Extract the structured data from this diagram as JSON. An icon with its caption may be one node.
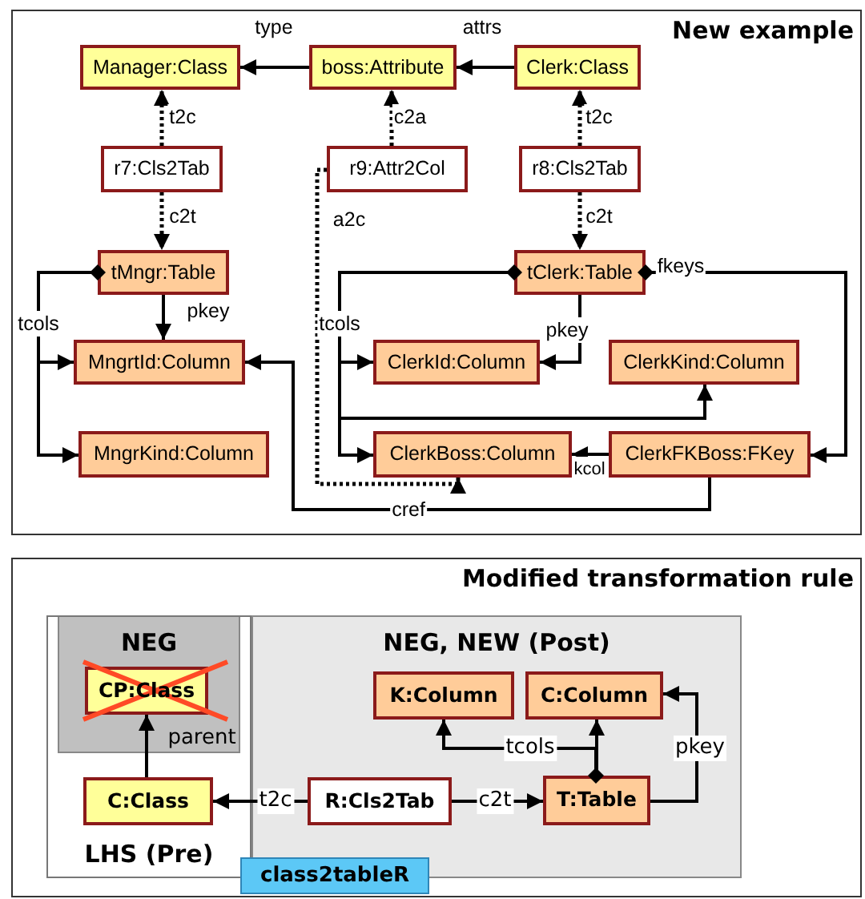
{
  "diagram": {
    "nodes": [
      {
        "text": [
          "New example"
        ]
      },
      {
        "text": [
          "Manager:Class"
        ],
        "in": 0
      },
      {
        "text": [
          "boss:Attribute"
        ],
        "in": 0
      },
      {
        "text": [
          "Clerk:Class"
        ],
        "in": 0
      },
      {
        "text": [
          "r7:Cls2Tab"
        ],
        "in": 0
      },
      {
        "text": [
          "r9:Attr2Col"
        ],
        "in": 0
      },
      {
        "text": [
          "r8:Cls2Tab"
        ],
        "in": 0
      },
      {
        "text": [
          "tMngr:Table"
        ],
        "in": 0
      },
      {
        "text": [
          "tClerk:Table"
        ],
        "in": 0
      },
      {
        "text": [
          "MngrtId:Column"
        ],
        "in": 0
      },
      {
        "text": [
          "ClerkId:Column"
        ],
        "in": 0
      },
      {
        "text": [
          "ClerkKind:Column"
        ],
        "in": 0
      },
      {
        "text": [
          "MngrKind:Column"
        ],
        "in": 0
      },
      {
        "text": [
          "ClerkBoss:Column"
        ],
        "in": 0
      },
      {
        "text": [
          "ClerkFKBoss:FKey"
        ],
        "in": 0
      },
      {
        "text": [
          "Modified transformation rule"
        ]
      },
      {
        "text": [
          "LHS (Pre)"
        ],
        "in": 15
      },
      {
        "text": [
          "NEG"
        ],
        "in": 16
      },
      {
        "text": [
          "CP:Class"
        ],
        "in": 17
      },
      {
        "text": [
          "C:Class"
        ],
        "in": 16
      },
      {
        "text": [
          "NEG, NEW (Post)"
        ],
        "in": 15
      },
      {
        "text": [
          "K:Column"
        ],
        "in": 20
      },
      {
        "text": [
          "C:Column"
        ],
        "in": 20
      },
      {
        "text": [
          "R:Cls2Tab"
        ],
        "in": 20
      },
      {
        "text": [
          "T:Table"
        ],
        "in": 20
      },
      {
        "text": [
          "class2tableR"
        ],
        "in": 15
      }
    ],
    "edges": [
      {
        "from": 2,
        "to": 1,
        "arrow": "to",
        "label": "type"
      },
      {
        "from": 3,
        "to": 2,
        "arrow": "to",
        "label": "attrs"
      },
      {
        "from": 4,
        "to": 1,
        "arrow": "to",
        "label": "t2c",
        "style": "dashed"
      },
      {
        "from": 4,
        "to": 7,
        "arrow": "to",
        "label": "c2t",
        "style": "dashed"
      },
      {
        "from": 5,
        "to": 2,
        "arrow": "to",
        "label": "c2a",
        "style": "dashed"
      },
      {
        "from": 5,
        "to": 13,
        "arrow": "to",
        "label": "a2c",
        "style": "dashed"
      },
      {
        "from": 6,
        "to": 3,
        "arrow": "to",
        "label": "t2c",
        "style": "dashed"
      },
      {
        "from": 6,
        "to": 8,
        "arrow": "to",
        "label": "c2t",
        "style": "dashed"
      },
      {
        "from": 7,
        "to": 9,
        "arrow": "to",
        "label": "pkey"
      },
      {
        "from": 7,
        "to": 9,
        "arrow": "to",
        "label": "tcols"
      },
      {
        "from": 7,
        "to": 12,
        "arrow": "to"
      },
      {
        "from": 8,
        "to": 10,
        "arrow": "to",
        "label": "pkey"
      },
      {
        "from": 8,
        "to": 10,
        "arrow": "to",
        "label": "tcols"
      },
      {
        "from": 8,
        "to": 13,
        "arrow": "to"
      },
      {
        "from": 8,
        "to": 11,
        "arrow": "to"
      },
      {
        "from": 8,
        "to": 14,
        "arrow": "to",
        "label": "fkeys"
      },
      {
        "from": 14,
        "to": 13,
        "arrow": "to",
        "label": "kcol"
      },
      {
        "from": 14,
        "to": 9,
        "arrow": "to",
        "label": "cref"
      },
      {
        "from": 19,
        "to": 18,
        "arrow": "to",
        "label": "parent"
      },
      {
        "from": 23,
        "to": 19,
        "arrow": "to",
        "label": "t2c"
      },
      {
        "from": 23,
        "to": 24,
        "arrow": "to",
        "label": "c2t"
      },
      {
        "from": 24,
        "to": 21,
        "arrow": "to",
        "label": "tcols"
      },
      {
        "from": 24,
        "to": 22,
        "arrow": "to"
      },
      {
        "from": 24,
        "to": 22,
        "arrow": "to",
        "label": "pkey"
      }
    ]
  }
}
